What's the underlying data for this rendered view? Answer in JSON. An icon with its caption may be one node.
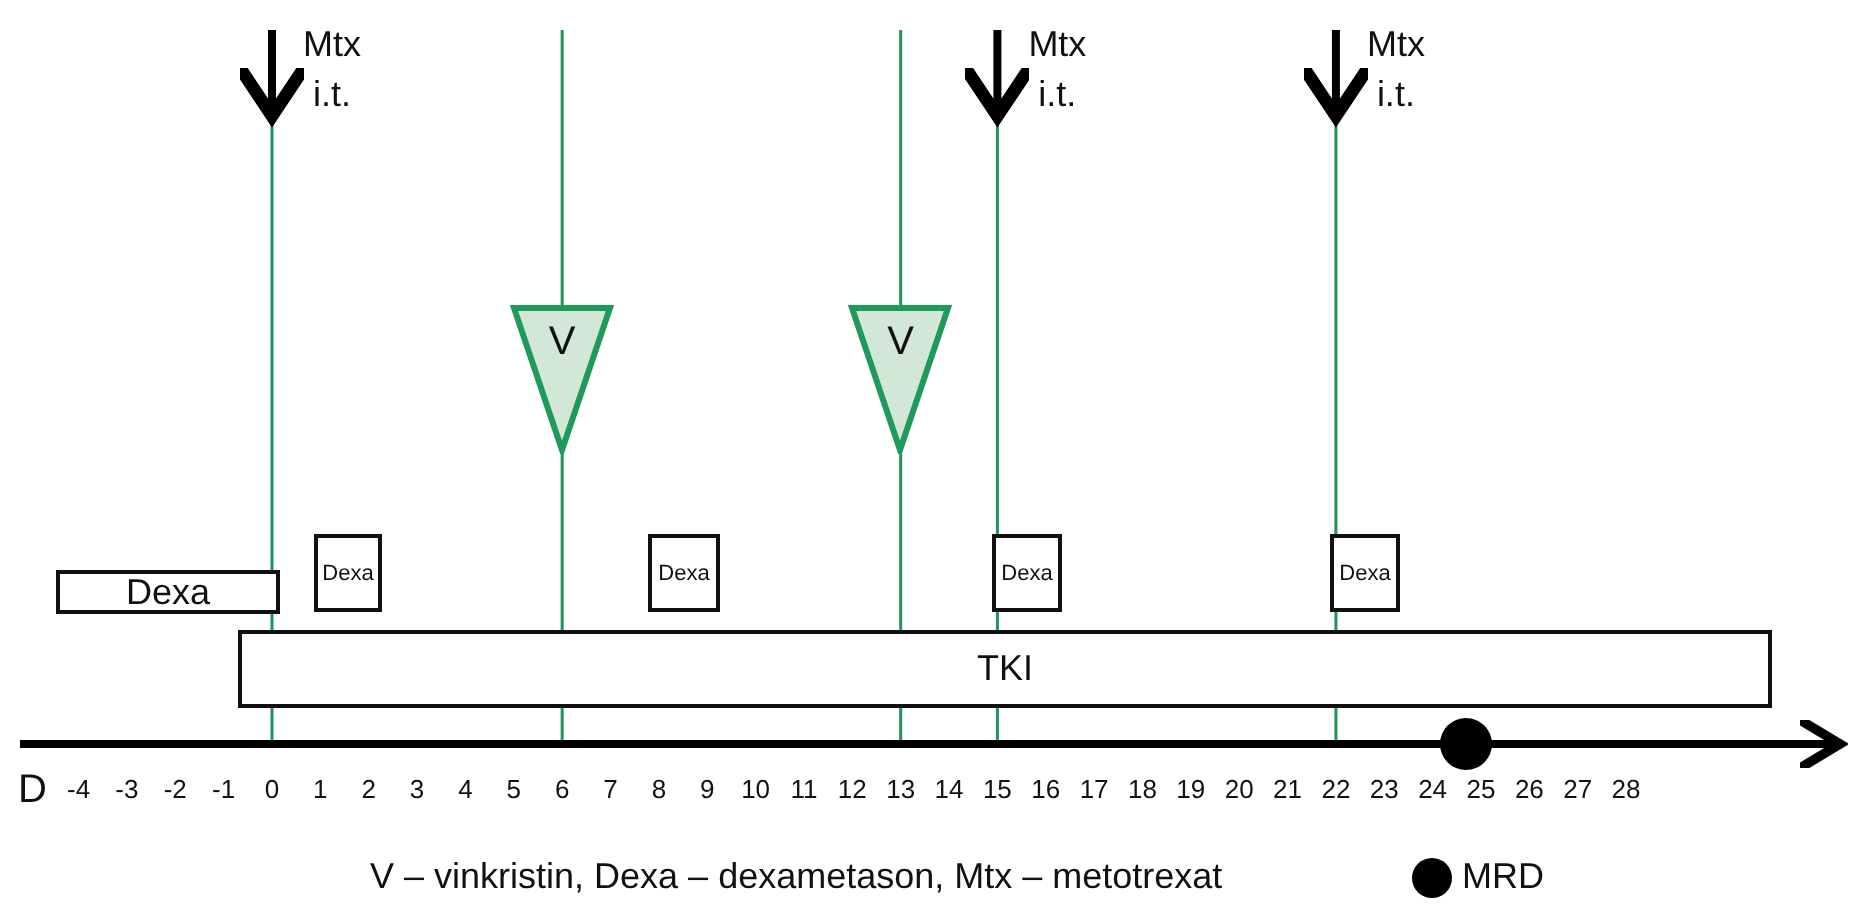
{
  "diagram": {
    "caption": "V – vinkristin, Dexa – dexametason, Mtx – metotrexat",
    "nodes": [
      {
        "text": [
          "V"
        ]
      },
      {
        "text": [
          "V"
        ]
      },
      {
        "text": [
          "Dexa"
        ]
      },
      {
        "text": [
          "Dexa"
        ]
      },
      {
        "text": [
          "Dexa"
        ]
      },
      {
        "text": [
          "Dexa"
        ]
      },
      {
        "text": [
          "Dexa"
        ]
      },
      {
        "text": [
          "TKI"
        ]
      },
      {
        "text": [],
        "shape": "circle"
      }
    ],
    "labels": [
      "Mtx i.t.",
      "Mtx i.t.",
      "Mtx i.t.",
      "D",
      "-4",
      "-3",
      "-2",
      "-1",
      "0",
      "1",
      "2",
      "3",
      "4",
      "5",
      "6",
      "7",
      "8",
      "9",
      "10",
      "11",
      "12",
      "13",
      "14",
      "15",
      "16",
      "17",
      "18",
      "19",
      "20",
      "21",
      "22",
      "23",
      "24",
      "25",
      "26",
      "27",
      "28"
    ],
    "legend": [
      {
        "text": "MRD"
      }
    ]
  }
}
